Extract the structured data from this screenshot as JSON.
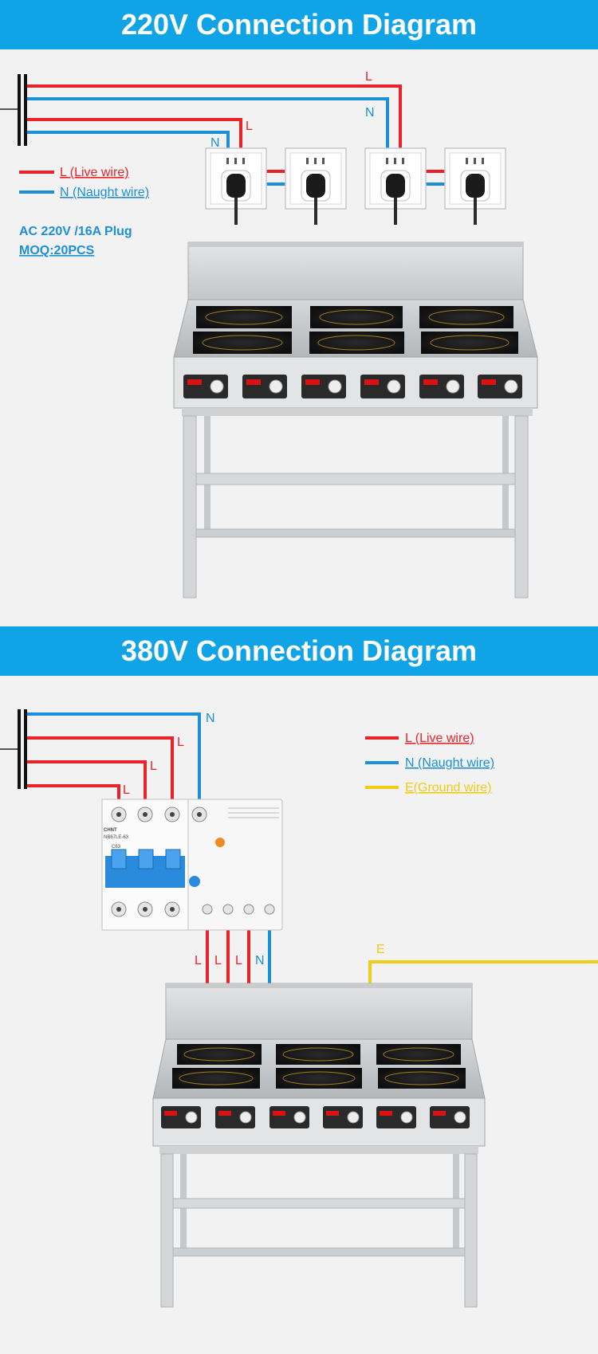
{
  "section1": {
    "title": "220V Connection Diagram",
    "wire_labels": {
      "l1": "L",
      "n1": "N",
      "l2": "L",
      "n2": "N"
    },
    "legend": {
      "live": "L (Live wire)",
      "neutral": "N (Naught wire)"
    },
    "spec_line": "AC 220V /16A  Plug",
    "moq": "MOQ:20PCS"
  },
  "section2": {
    "title": "380V Connection Diagram",
    "wire_labels": {
      "n_top": "N",
      "l_a": "L",
      "l_b": "L",
      "l_c": "L",
      "out_l1": "L",
      "out_l2": "L",
      "out_l3": "L",
      "out_n": "N",
      "ground": "E"
    },
    "legend": {
      "live": "L (Live wire)",
      "neutral": "N (Naught wire)",
      "ground": "E(Ground wire)"
    },
    "breaker": {
      "brand": "CHNT",
      "model": "NB67LE-63",
      "rating": "C63"
    }
  },
  "colors": {
    "live": "#e8232a",
    "neutral": "#1c8fd6",
    "ground": "#f0cc14",
    "banner": "#10a3e6"
  },
  "counts": {
    "sockets": 4,
    "burners": 6,
    "control_panels": 6
  }
}
